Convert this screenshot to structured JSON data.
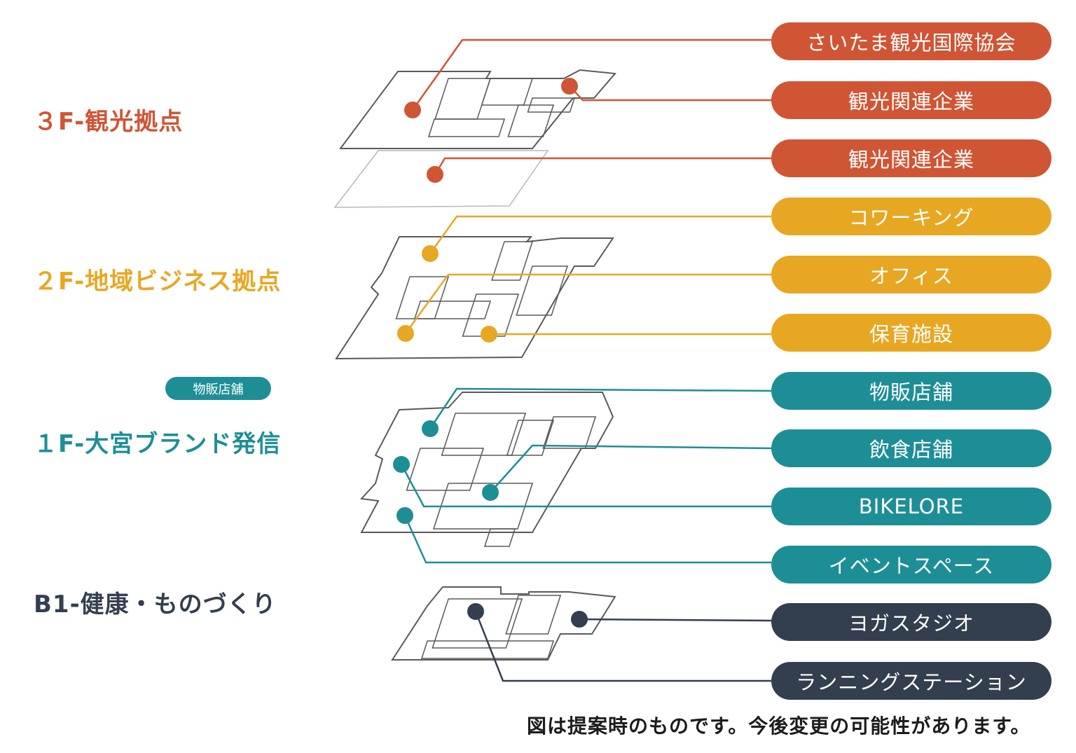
{
  "colors": {
    "orange": "#d05535",
    "yellow": "#e8a722",
    "teal": "#1e8e96",
    "navy": "#333f4e",
    "plan_line": "#5a5a5a",
    "plan_fill": "#ffffff"
  },
  "floors": [
    {
      "heading": "３F-観光拠点",
      "color": "#d05535",
      "items": [
        "さいたま観光国際協会",
        "観光関連企業",
        "観光関連企業"
      ]
    },
    {
      "heading": "２F-地域ビジネス拠点",
      "color": "#e8a722",
      "items": [
        "コワーキング",
        "オフィス",
        "保育施設"
      ]
    },
    {
      "heading": "１F-大宮ブランド発信",
      "color": "#1e8e96",
      "badge": "物販店舗",
      "items": [
        "物販店舗",
        "飲食店舗",
        "BIKELORE",
        "イベントスペース"
      ]
    },
    {
      "heading": "B1-健康・ものづくり",
      "color": "#333f4e",
      "items": [
        "ヨガスタジオ",
        "ランニングステーション"
      ]
    }
  ],
  "footnote": "図は提案時のものです。今後変更の可能性があります。"
}
